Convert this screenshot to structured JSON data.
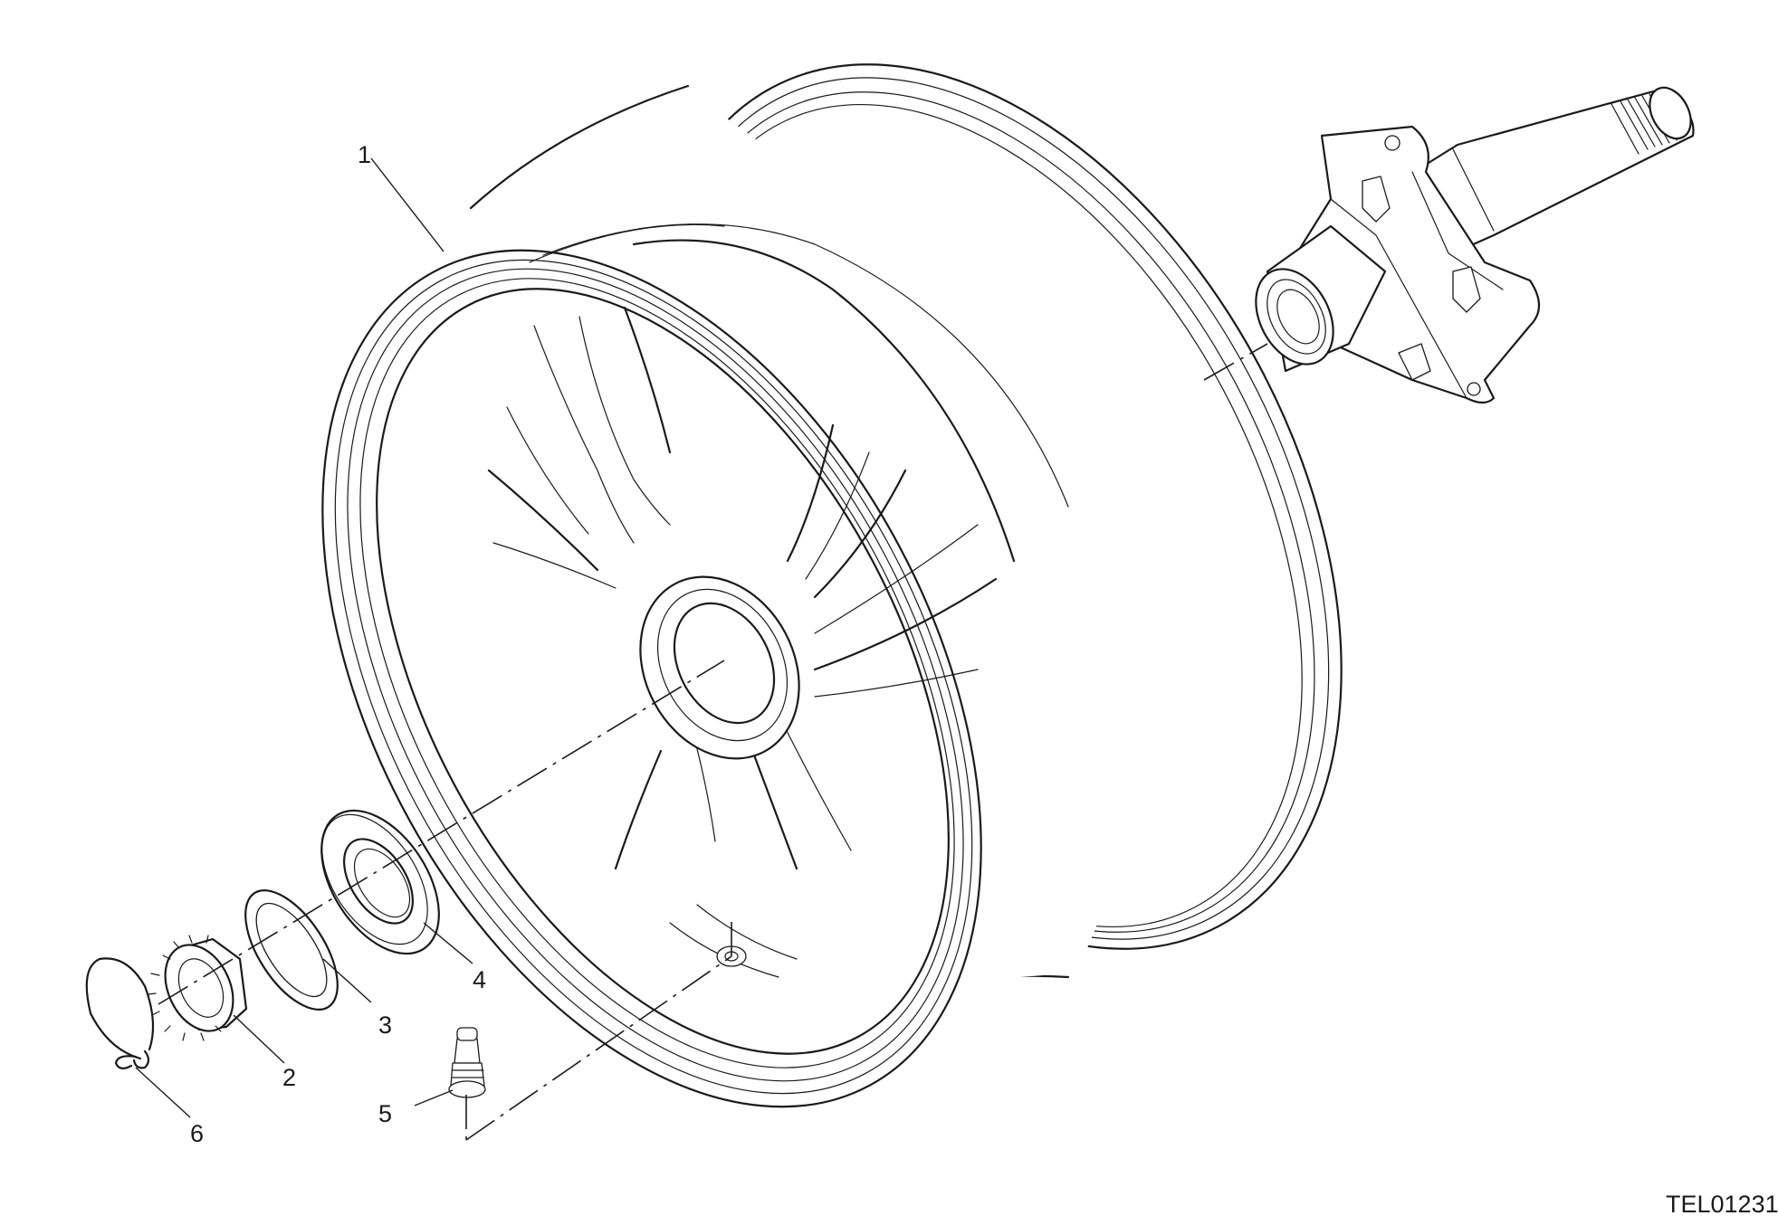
{
  "callouts": [
    {
      "label": "1"
    },
    {
      "label": "2"
    },
    {
      "label": "3"
    },
    {
      "label": "4"
    },
    {
      "label": "5"
    },
    {
      "label": "6"
    }
  ],
  "drawing_code": "TEL01231"
}
